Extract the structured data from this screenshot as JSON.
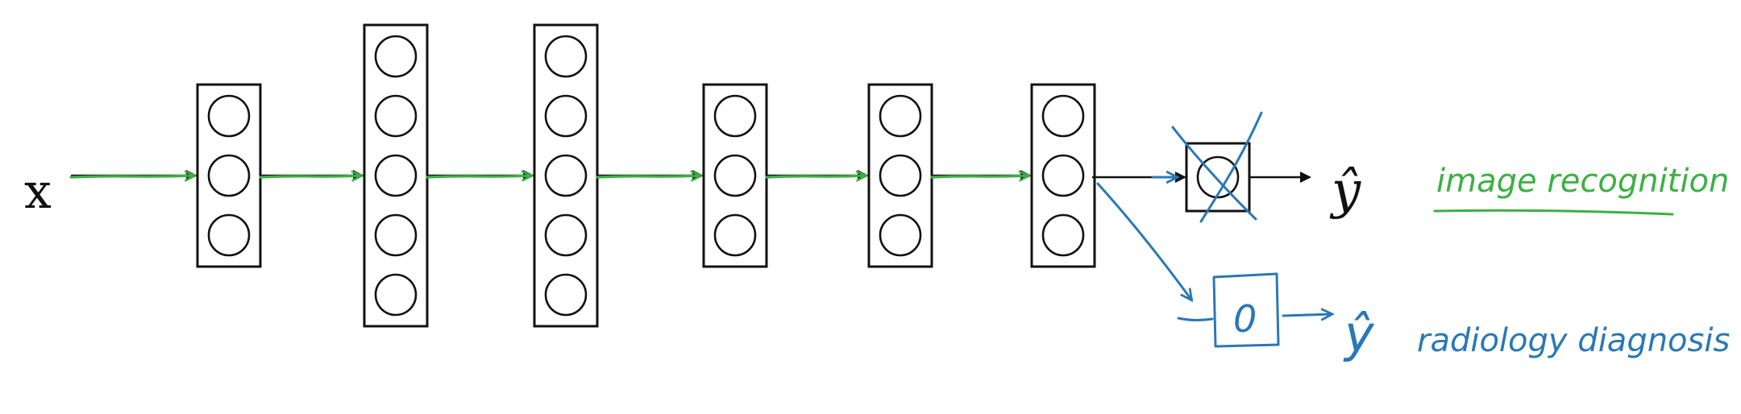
{
  "input_label": "x",
  "output_label": "ŷ",
  "new_output_label": "ŷ",
  "new_task_node": "0",
  "annotations": {
    "original_task": "image recognition",
    "new_task": "radiology diagnosis"
  },
  "network": {
    "layer_neuron_counts": [
      3,
      5,
      5,
      3,
      3,
      3
    ],
    "output_neurons": 1
  },
  "colors": {
    "ink_black": "#111111",
    "ink_green": "#3cb043",
    "ink_blue": "#2a78b5"
  },
  "icons": {
    "arrowhead": "arrowhead-icon",
    "cross_out": "cross-out-icon"
  }
}
